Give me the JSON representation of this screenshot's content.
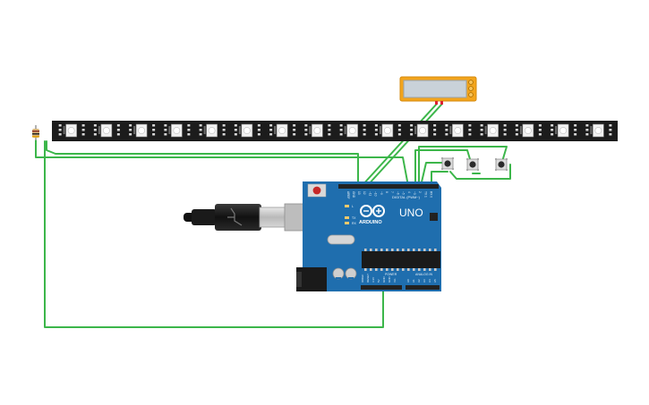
{
  "board": {
    "brand": "ARDUINO",
    "model": "UNO",
    "digital_label": "DIGITAL (PWM~)",
    "power_label": "POWER",
    "analog_label": "ANALOG IN",
    "gnd_label": "GND",
    "aref_label": "AREF",
    "tx_label": "TX",
    "rx_label": "RX",
    "l_label": "L",
    "digital_pins": [
      "13",
      "12",
      "~11",
      "~10",
      "~9",
      "8",
      "7",
      "~6",
      "~5",
      "4",
      "~3",
      "2",
      "TX 1",
      "RX 0"
    ],
    "power_pins": [
      "IOREF",
      "RESET",
      "3.3V",
      "5V",
      "GND",
      "GND",
      "Vin"
    ],
    "analog_pins": [
      "A0",
      "A1",
      "A2",
      "A3",
      "A4",
      "A5"
    ]
  },
  "led_strip": {
    "pixel_count": 16,
    "led_color": "#ffffff"
  },
  "buttons": {
    "count": 3
  },
  "colors": {
    "wire": "#3cb64a",
    "board": "#1f6eae",
    "strip": "#1c1c1c",
    "lcd_frame": "#f3a51d",
    "lcd_screen": "#c9d2d9"
  }
}
